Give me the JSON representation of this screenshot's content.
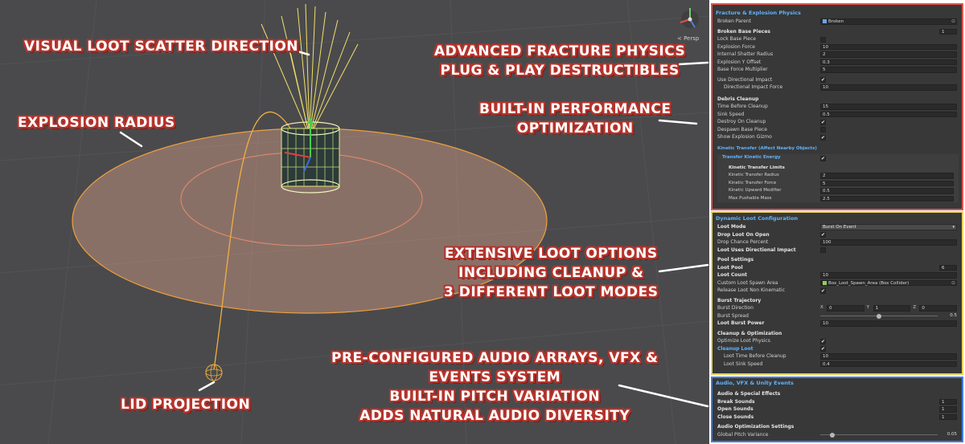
{
  "callouts": {
    "scatter": "VISUAL LOOT SCATTER DIRECTION",
    "radius": "EXPLOSION RADIUS",
    "lid": "LID PROJECTION",
    "fracture": [
      "ADVANCED FRACTURE PHYSICS",
      "PLUG & PLAY DESTRUCTIBLES"
    ],
    "performance": [
      "BUILT-IN PERFORMANCE",
      "OPTIMIZATION"
    ],
    "loot": [
      "EXTENSIVE LOOT OPTIONS",
      "INCLUDING CLEANUP &",
      "3 DIFFERENT LOOT MODES"
    ],
    "audio": [
      "PRE-CONFIGURED AUDIO ARRAYS, VFX &",
      "EVENTS SYSTEM",
      "BUILT-IN PITCH VARIATION",
      "ADDS NATURAL AUDIO DIVERSITY"
    ]
  },
  "scene": {
    "persp_label": "< Persp"
  },
  "fracture": {
    "title": "Fracture & Explosion Physics",
    "broken_parent_label": "Broken Parent",
    "broken_parent_value": "Broken",
    "broken_base_pieces_label": "Broken Base Pieces",
    "broken_base_pieces_count": "1",
    "lock_base_piece_label": "Lock Base Piece",
    "explosion_force_label": "Explosion Force",
    "explosion_force_value": "10",
    "internal_shatter_radius_label": "Internal Shatter Radius",
    "internal_shatter_radius_value": "2",
    "explosion_y_offset_label": "Explosion Y Offset",
    "explosion_y_offset_value": "0.3",
    "base_force_multiplier_label": "Base Force Multiplier",
    "base_force_multiplier_value": "5",
    "use_directional_impact_label": "Use Directional Impact",
    "directional_impact_force_label": "Directional Impact Force",
    "directional_impact_force_value": "10",
    "debris_cleanup_label": "Debris Cleanup",
    "time_before_cleanup_label": "Time Before Cleanup",
    "time_before_cleanup_value": "15",
    "sink_speed_label": "Sink Speed",
    "sink_speed_value": "0.5",
    "destroy_on_cleanup_label": "Destroy On Cleanup",
    "despawn_base_piece_label": "Despawn Base Piece",
    "show_explosion_gizmo_label": "Show Explosion Gizmo",
    "kinetic_title": "Kinetic Transfer (Affect Nearby Objects)",
    "transfer_kinetic_energy_label": "Transfer Kinetic Energy",
    "kinetic_limits_label": "Kinetic Transfer Limits",
    "kinetic_radius_label": "Kinetic Transfer Radius",
    "kinetic_radius_value": "2",
    "kinetic_force_label": "Kinetic Transfer Force",
    "kinetic_force_value": "5",
    "kinetic_upward_label": "Kinetic Upward Modifier",
    "kinetic_upward_value": "0.5",
    "max_pushable_mass_label": "Max Pushable Mass",
    "max_pushable_mass_value": "2.5"
  },
  "loot": {
    "title": "Dynamic Loot Configuration",
    "loot_mode_label": "Loot Mode",
    "loot_mode_value": "Burst On Event",
    "drop_loot_on_open_label": "Drop Loot On Open",
    "drop_chance_percent_label": "Drop Chance Percent",
    "drop_chance_percent_value": "100",
    "loot_uses_directional_label": "Loot Uses Directional Impact",
    "pool_settings_label": "Pool Settings",
    "loot_pool_label": "Loot Pool",
    "loot_pool_count": "6",
    "loot_count_label": "Loot Count",
    "loot_count_value": "10",
    "custom_spawn_area_label": "Custom Loot Spawn Area",
    "custom_spawn_area_value": "Box_Loot_Spawn_Area (Box Collider)",
    "release_non_kinematic_label": "Release Loot Non Kinematic",
    "burst_trajectory_label": "Burst Trajectory",
    "burst_direction_label": "Burst Direction",
    "burst_direction": {
      "x_label": "X",
      "x": "0",
      "y_label": "Y",
      "y": "1",
      "z_label": "Z",
      "z": "0"
    },
    "burst_spread_label": "Burst Spread",
    "burst_spread_value": "0.5",
    "burst_spread_fraction": 0.5,
    "loot_burst_power_label": "Loot Burst Power",
    "loot_burst_power_value": "10",
    "cleanup_opt_label": "Cleanup & Optimization",
    "optimize_loot_physics_label": "Optimize Loot Physics",
    "cleanup_loot_label": "Cleanup Loot",
    "loot_time_before_cleanup_label": "Loot Time Before Cleanup",
    "loot_time_before_cleanup_value": "10",
    "loot_sink_speed_label": "Loot Sink Speed",
    "loot_sink_speed_value": "0.4"
  },
  "audio": {
    "title": "Audio, VFX & Unity Events",
    "audio_special_label": "Audio & Special Effects",
    "break_sounds_label": "Break Sounds",
    "break_sounds_count": "1",
    "open_sounds_label": "Open Sounds",
    "open_sounds_count": "1",
    "close_sounds_label": "Close Sounds",
    "close_sounds_count": "1",
    "audio_opt_label": "Audio Optimization Settings",
    "global_pitch_label": "Global Pitch Variance",
    "global_pitch_value": "0.05",
    "global_pitch_fraction": 0.1
  },
  "checkmark": "✔"
}
